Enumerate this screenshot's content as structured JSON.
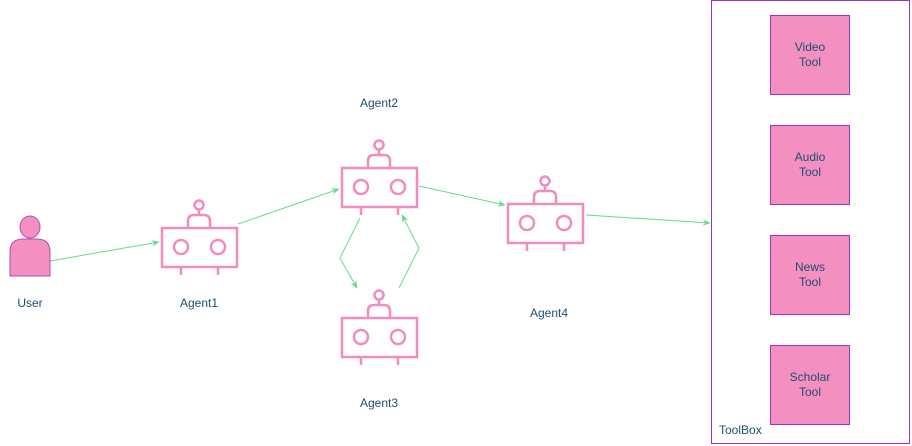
{
  "colors": {
    "robot": "#f08cc0",
    "user_fill": "#f48fc2",
    "user_stroke": "#b34db3",
    "arrow": "#66dd88",
    "toolbox_border": "#9933cc",
    "tool_fill": "#f48fc2",
    "tool_border": "#9933cc",
    "label_text": "#1f4e6e"
  },
  "icons": {
    "user": "user-icon",
    "agent": "robot-icon"
  },
  "nodes": {
    "user": {
      "label": "User"
    },
    "agent1": {
      "label": "Agent1"
    },
    "agent2": {
      "label": "Agent2"
    },
    "agent3": {
      "label": "Agent3"
    },
    "agent4": {
      "label": "Agent4"
    }
  },
  "toolbox": {
    "label": "ToolBox",
    "tools": [
      {
        "label": "Video\nTool"
      },
      {
        "label": "Audio\nTool"
      },
      {
        "label": "News\nTool"
      },
      {
        "label": "Scholar\nTool"
      }
    ]
  }
}
